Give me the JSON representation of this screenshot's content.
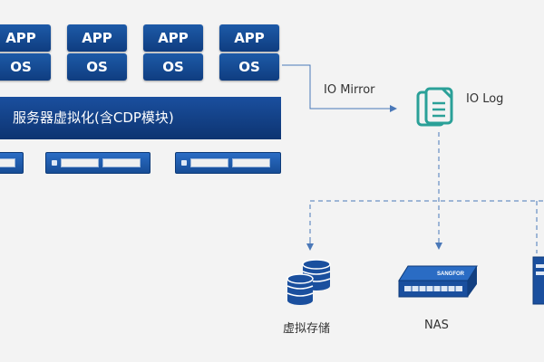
{
  "vms": [
    {
      "app": "APP",
      "os": "OS"
    },
    {
      "app": "APP",
      "os": "OS"
    },
    {
      "app": "APP",
      "os": "OS"
    },
    {
      "app": "APP",
      "os": "OS"
    }
  ],
  "virtualization_label": "服务器虚拟化(含CDP模块)",
  "io_mirror_label": "IO Mirror",
  "io_log_label": "IO Log",
  "targets": {
    "virtual_storage": "虚拟存储",
    "nas": "NAS",
    "nas_brand": "SANGFOR"
  },
  "colors": {
    "primary_blue": "#1a4f9e",
    "icon_teal": "#2aa098",
    "line_blue": "#4a78b8"
  }
}
